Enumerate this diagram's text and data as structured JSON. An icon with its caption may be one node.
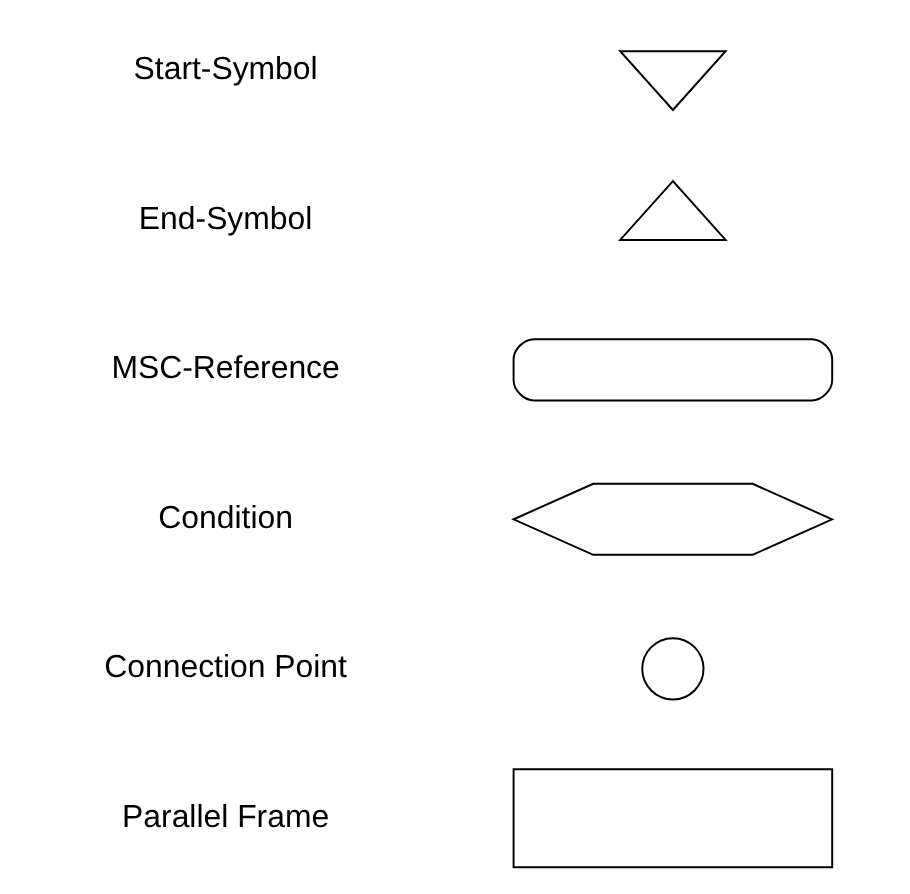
{
  "diagram": {
    "nodes": [
      {
        "text": [],
        "shape": "triangle"
      },
      {
        "text": [],
        "shape": "triangle"
      },
      {
        "text": [],
        "shape": "box"
      },
      {
        "text": [],
        "shape": "hexagon"
      },
      {
        "text": [],
        "shape": "circle"
      },
      {
        "text": [],
        "shape": "box"
      }
    ],
    "edges": [],
    "labels": [
      "Start-Symbol",
      "End-Symbol",
      "MSC-Reference",
      "Condition",
      "Connection Point",
      "Parallel Frame"
    ]
  }
}
